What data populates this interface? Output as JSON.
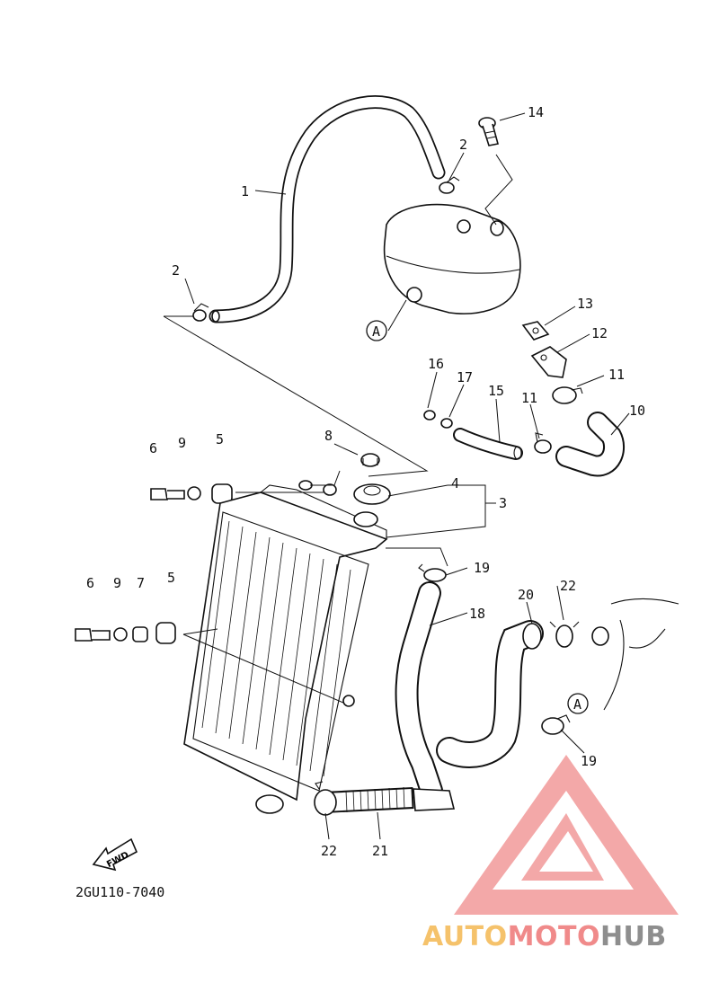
{
  "diagram": {
    "code": "2GU110-7040",
    "fwd_arrow": "FWD",
    "ref_marks": {
      "a1": "A",
      "a2": "A"
    },
    "callouts": {
      "c1": "1",
      "c2a": "2",
      "c2b": "2",
      "c3": "3",
      "c4": "4",
      "c5a": "5",
      "c5b": "5",
      "c6a": "6",
      "c6b": "6",
      "c7": "7",
      "c8": "8",
      "c9a": "9",
      "c9b": "9",
      "c10": "10",
      "c11a": "11",
      "c11b": "11",
      "c12": "12",
      "c13": "13",
      "c14": "14",
      "c15": "15",
      "c16": "16",
      "c17": "17",
      "c18": "18",
      "c19a": "19",
      "c19b": "19",
      "c20": "20",
      "c21": "21",
      "c22a": "22",
      "c22b": "22"
    }
  },
  "watermark": {
    "part1": "AUTO",
    "part2": "MOTO",
    "part3": "HUB",
    "colors": {
      "auto": "#f5c26b",
      "moto": "#f08a8a",
      "hub": "#8e8e8e",
      "logo": "#f29a9a"
    }
  }
}
